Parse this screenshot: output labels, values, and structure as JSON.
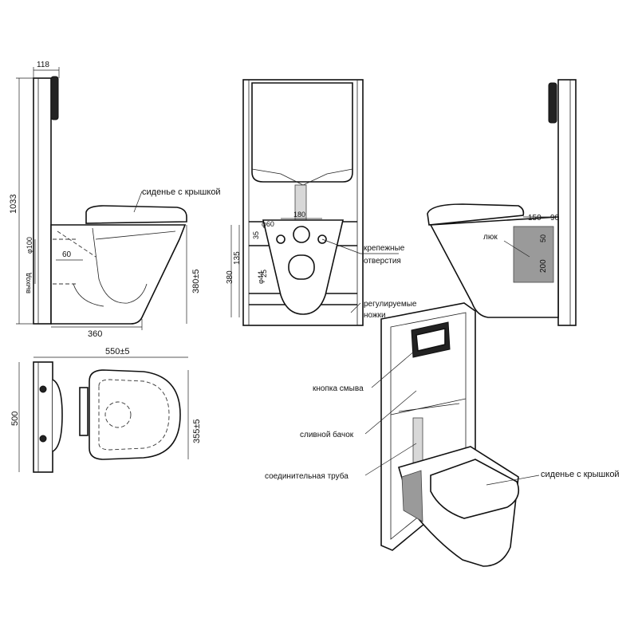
{
  "labels": {
    "seat_cover": "сиденье с крышкой",
    "mount_holes_1": "крепежные",
    "mount_holes_2": "отверстия",
    "adjust_legs_1": "регулируемые",
    "adjust_legs_2": "ножки",
    "hatch": "люк",
    "flush_button": "кнопка смыва",
    "tank": "сливной бачок",
    "connect_pipe": "соединительная труба",
    "seat_cover_iso": "сиденье с крышкой",
    "outlet": "выход"
  },
  "dims": {
    "d118": "118",
    "d1033": "1033",
    "d_phi100": "φ100",
    "d60": "60",
    "d380_5": "380±5",
    "d360": "360",
    "d180": "180",
    "d_phi60": "φ60",
    "d35": "35",
    "d135": "135",
    "d380": "380",
    "d25": "25",
    "d_phi44": "φ44",
    "d150": "150",
    "d90": "90",
    "d50": "50",
    "d200": "200",
    "d550_5": "550±5",
    "d500": "500",
    "d355_5": "355±5"
  },
  "colors": {
    "line": "#111111",
    "background": "#ffffff"
  }
}
